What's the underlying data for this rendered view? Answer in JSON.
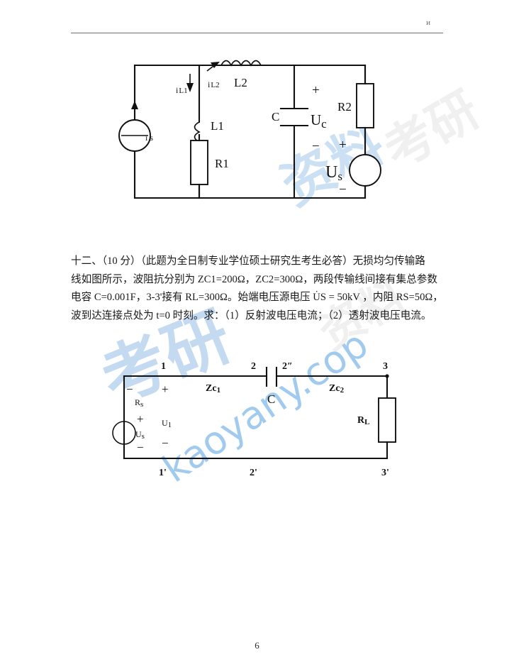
{
  "page": {
    "header_mark": "и",
    "footer_page_number": "6"
  },
  "watermark": {
    "cjk_big": "考研",
    "cjk_mid": "资料",
    "latin": "kaoyany.cop",
    "ghost_1": "考研",
    "ghost_2": "资料"
  },
  "problem": {
    "lines": [
      "十二、（10 分）（此题为全日制专业学位硕士研究生考生必答）无损均匀传输路",
      "线如图所示，波阻抗分别为 ZC1=200Ω，ZC2=300Ω，两段传输线间接有集总参数",
      "电容 C=0.001F，3-3'接有 RL=300Ω。始端电压源电压 U̇S = 50kV ，内阻 RS=50Ω，",
      "波到达连接点处为 t=0 时刻。求：（1）反射波电压电流；（2）透射波电压电流。"
    ],
    "values": {
      "points": "10 分",
      "Zc1": "200Ω",
      "Zc2": "300Ω",
      "C": "0.001F",
      "RL": "300Ω",
      "Us": "50kV",
      "Rs": "50Ω",
      "t": "0"
    }
  },
  "figure_top": {
    "name": "transient-circuit-diagram",
    "labels": {
      "i_s": "i s",
      "i_L1": "i",
      "i_L1_sub": "L1",
      "i_L2": "i",
      "i_L2_sub": "L2",
      "L1": "L1",
      "L2": "L2",
      "R1": "R1",
      "R2": "R2",
      "C": "C",
      "Uc": "U",
      "Uc_sub": "c",
      "Us": "U",
      "Us_sub": "s",
      "plus_cap": "+",
      "minus_cap": "−",
      "plus_src": "+",
      "minus_src": "−"
    }
  },
  "figure_bottom": {
    "name": "transmission-line-diagram",
    "labels": {
      "node_1": "1",
      "node_1p": "1'",
      "node_2": "2",
      "node_2p": "2'",
      "node_2pp": "2″",
      "node_3": "3",
      "node_3p": "3'",
      "Zc1": "Zc",
      "Zc1_sub": "1",
      "Zc2": "Zc",
      "Zc2_sub": "2",
      "C": "C",
      "RL": "R",
      "RL_sub": "L",
      "Rs": "R",
      "Rs_sub": "s",
      "Us": "U",
      "Us_sub": "s",
      "U1": "U",
      "U1_sub": "1",
      "plus_top": "+",
      "minus_top": "−",
      "plus_src": "+",
      "minus_src": "−",
      "plus_u1": "+",
      "minus_u1": "−"
    }
  }
}
